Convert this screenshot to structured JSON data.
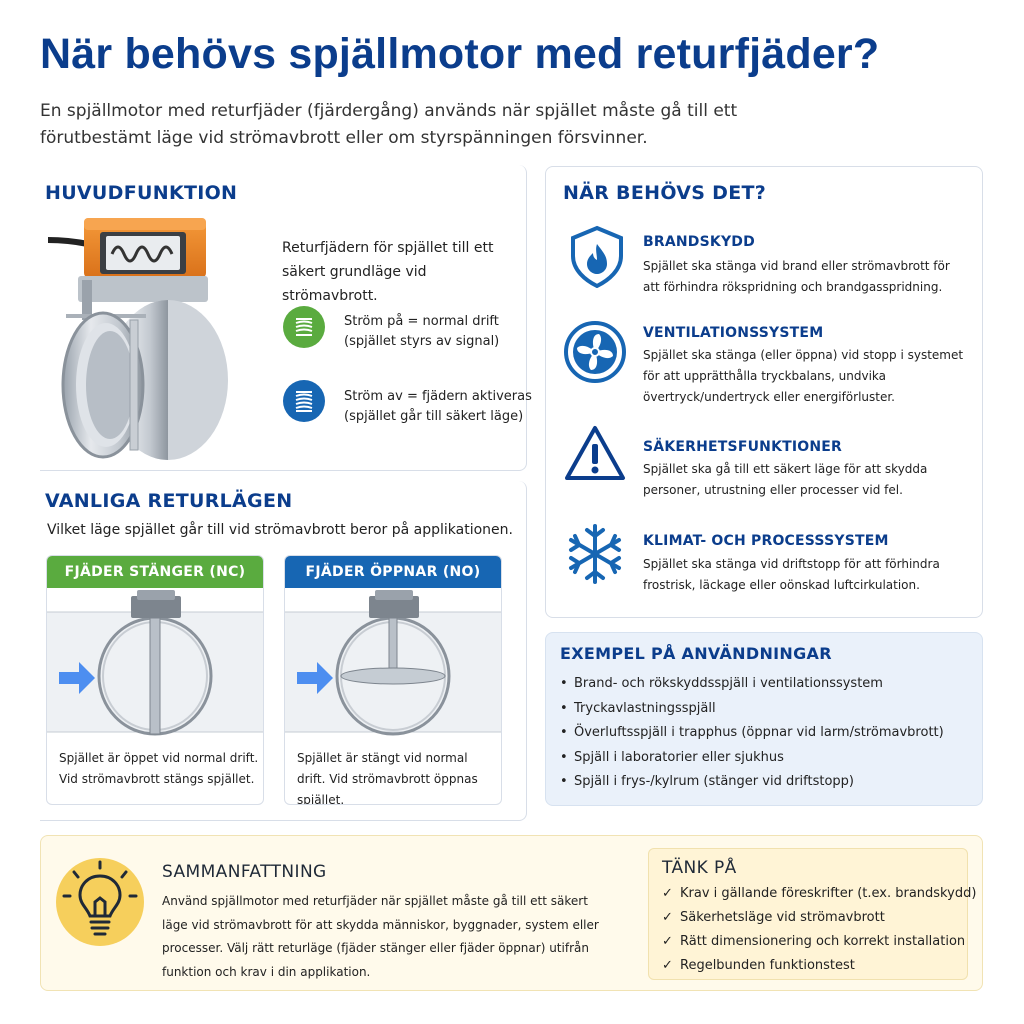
{
  "header": {
    "title": "När behövs spjällmotor med returfjäder?",
    "intro": "En spjällmotor med returfjäder (fjärdergång) används när spjället måste gå till ett förutbestämt läge vid strömavbrott eller om styrspänningen försvinner."
  },
  "main_function": {
    "title": "HUVUDFUNKTION",
    "description": "Returfjädern för spjället till ett säkert grundläge vid strömavbrott.",
    "power_on": "Ström på  =  normal drift (spjället styrs av signal)",
    "power_off": "Ström av = fjädern aktiveras (spjället går till säkert läge)"
  },
  "return_modes": {
    "title": "VANLIGA RETURLÄGEN",
    "subtitle": "Vilket läge spjället går till vid strömavbrott beror på applikationen.",
    "modes": [
      {
        "label": "FJÄDER STÄNGER (NC)",
        "text": "Spjället är öppet vid normal drift. Vid strömavbrott stängs spjället."
      },
      {
        "label": "FJÄDER ÖPPNAR (NO)",
        "text": "Spjället är stängt vid normal drift. Vid strömavbrott öppnas spjället."
      }
    ]
  },
  "when_needed": {
    "title": "NÄR BEHÖVS DET?",
    "items": [
      {
        "icon": "fire-shield-icon",
        "title": "BRANDSKYDD",
        "text": "Spjället ska stänga vid brand eller strömavbrott för att förhindra rökspridning och brandgasspridning."
      },
      {
        "icon": "fan-icon",
        "title": "VENTILATIONSSYSTEM",
        "text": "Spjället ska stänga (eller öppna) vid stopp i systemet för att upprätthålla tryckbalans, undvika övertryck/undertryck eller energiförluster."
      },
      {
        "icon": "warning-icon",
        "title": "SÄKERHETSFUNKTIONER",
        "text": "Spjället ska gå till ett säkert läge för att skydda personer, utrustning eller processer vid fel."
      },
      {
        "icon": "snowflake-icon",
        "title": "KLIMAT- OCH PROCESSSYSTEM",
        "text": "Spjället ska stänga vid driftstopp för att förhindra frostrisk, läckage eller oönskad luftcirkulation."
      }
    ]
  },
  "examples": {
    "title": "EXEMPEL PÅ ANVÄNDNINGAR",
    "items": [
      "Brand- och rökskyddsspjäll i ventilationssystem",
      "Tryckavlastningsspjäll",
      "Överluftsspjäll i trapphus (öppnar vid larm/strömavbrott)",
      "Spjäll i laboratorier eller sjukhus",
      "Spjäll i frys-/kylrum (stänger vid driftstopp)"
    ]
  },
  "summary": {
    "title": "SAMMANFATTNING",
    "text": "Använd spjällmotor med returfjäder när spjället måste gå till ett säkert läge vid strömavbrott för att skydda människor, byggnader, system eller processer. Välj rätt returläge (fjäder stänger eller fjäder öppnar) utifrån funktion och krav i din applikation."
  },
  "think": {
    "title": "TÄNK PÅ",
    "check": "✓",
    "items": [
      "Krav i gällande föreskrifter (t.ex. brandskydd)",
      "Säkerhetsläge vid strömavbrott",
      "Rätt dimensionering och korrekt installation",
      "Regelbunden funktionstest"
    ]
  },
  "colors": {
    "title_blue": "#0b3d8c",
    "green": "#5aab3f",
    "blue": "#1766b3",
    "orange": "#f08a24"
  }
}
